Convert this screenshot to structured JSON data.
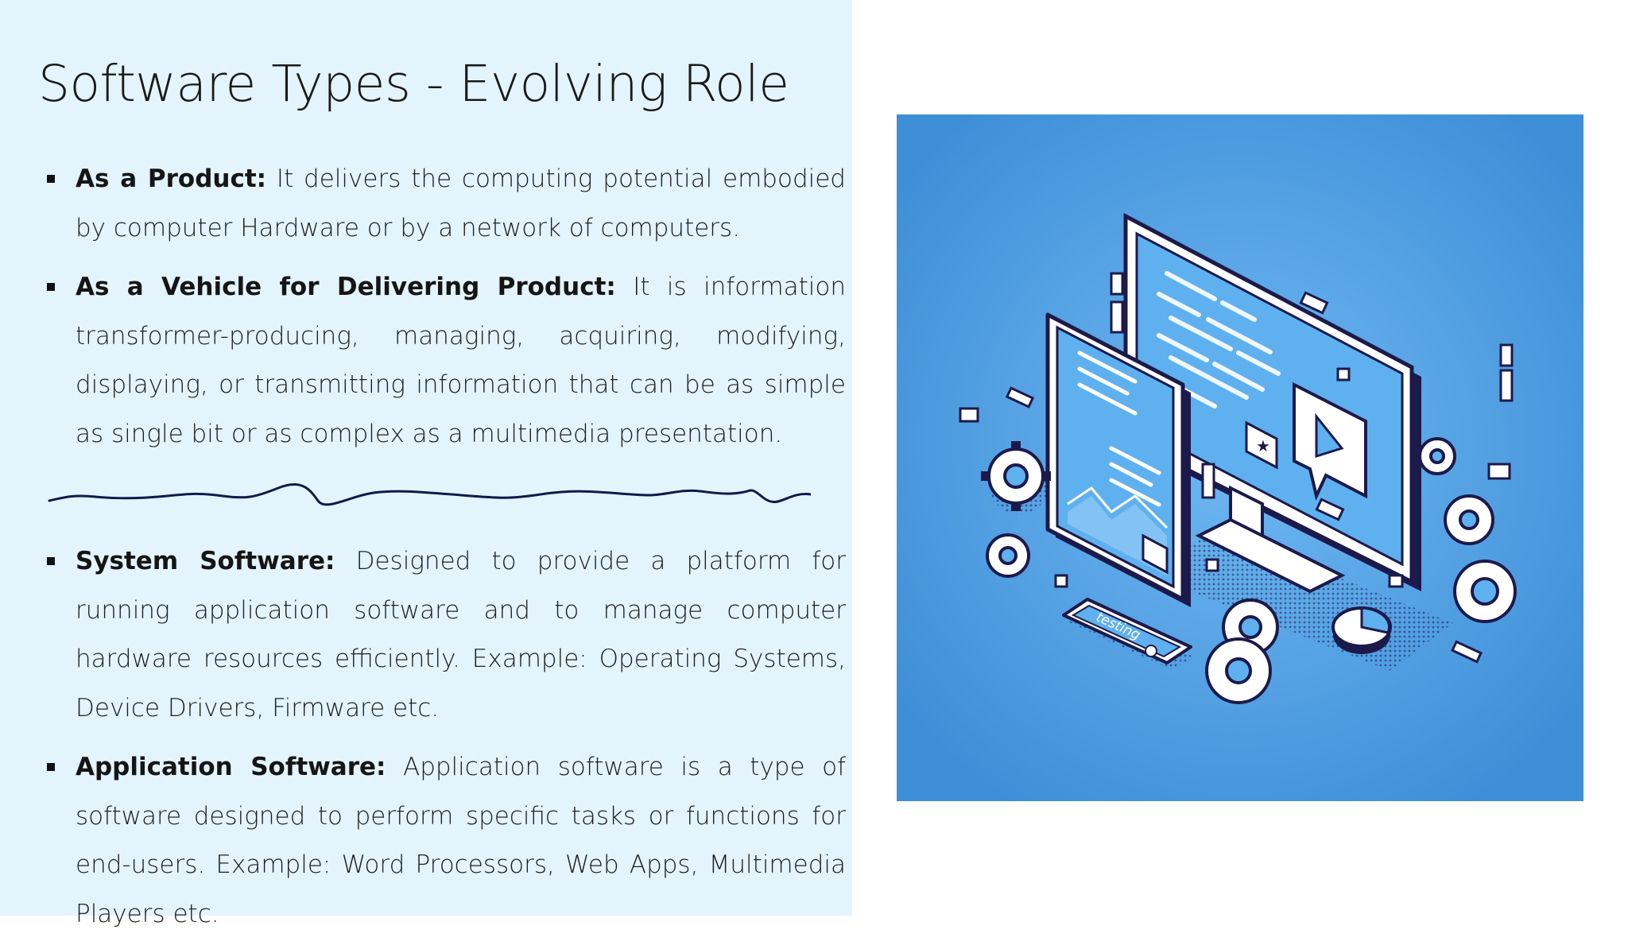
{
  "slide": {
    "title": "Software Types -  Evolving Role",
    "bullets_top": [
      {
        "term": "As a Product:",
        "text": "It delivers the computing potential embodied by computer Hardware or by a network of computers."
      },
      {
        "term": "As a Vehicle for Delivering Product:",
        "text": "It is information transformer-producing, managing, acquiring, modifying, displaying, or transmitting information that can be as simple as single bit or as complex as a multimedia presentation."
      }
    ],
    "bullets_bottom": [
      {
        "term": "System Software:",
        "text": "Designed to provide a platform for running application software and to manage computer hardware resources efficiently. Example: Operating Systems, Device Drivers, Firmware etc."
      },
      {
        "term": "Application Software:",
        "text": "Application software is a type of software designed to perform specific tasks or functions for end-users. Example: Word Processors, Web Apps, Multimedia Players etc."
      }
    ],
    "illustration": {
      "phone_label": "testing",
      "colors": {
        "panel_bg": "#e3f4fd",
        "image_bg": "#4a9be0",
        "outline": "#1c1a4b",
        "screen": "#5fb0ef"
      }
    }
  }
}
